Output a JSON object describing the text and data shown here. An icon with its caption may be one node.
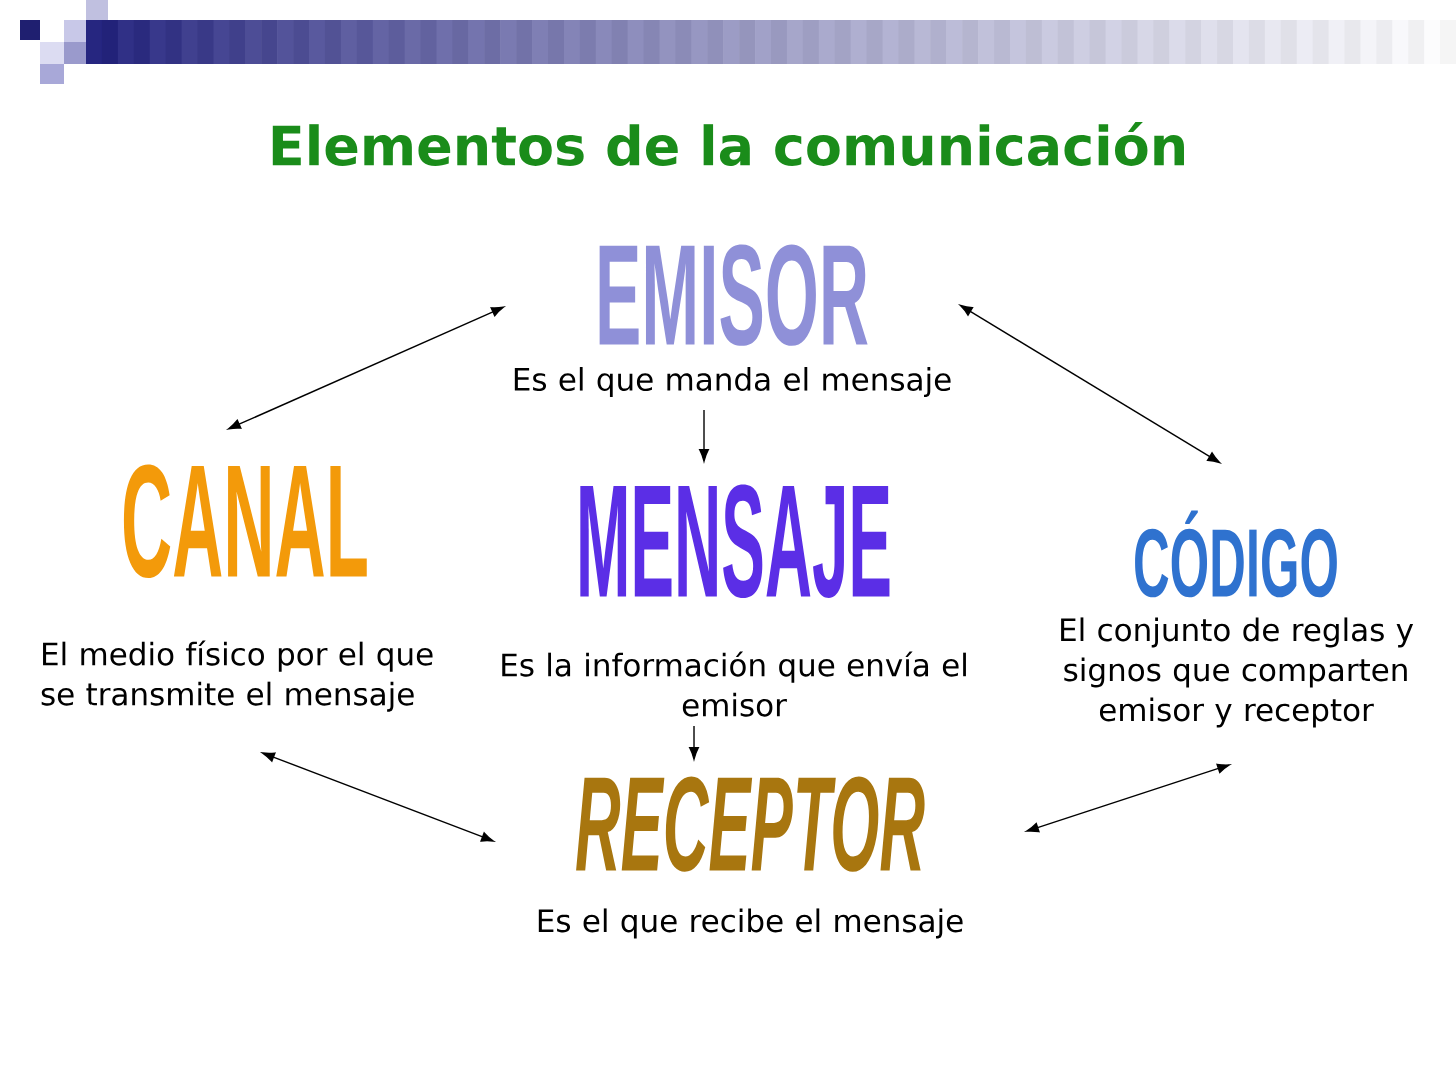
{
  "diagram": {
    "title": "Elementos de la comunicación",
    "nodes": [
      {
        "text": [
          "EMISOR",
          "Es el que manda el mensaje"
        ]
      },
      {
        "text": [
          "CANAL",
          "El medio físico por el que se transmite el mensaje"
        ]
      },
      {
        "text": [
          "MENSAJE",
          "Es la información que envía el emisor"
        ]
      },
      {
        "text": [
          "CÓDIGO",
          "El conjunto de reglas y signos que comparten emisor y receptor"
        ]
      },
      {
        "text": [
          "RECEPTOR",
          "Es el que recibe el mensaje"
        ]
      }
    ],
    "edges": [
      {
        "from": 0,
        "to": 1,
        "arrow": "both"
      },
      {
        "from": 0,
        "to": 3,
        "arrow": "both"
      },
      {
        "from": 0,
        "to": 2,
        "arrow": "to"
      },
      {
        "from": 2,
        "to": 4,
        "arrow": "to"
      },
      {
        "from": 1,
        "to": 4,
        "arrow": "both"
      },
      {
        "from": 3,
        "to": 4,
        "arrow": "both"
      }
    ]
  }
}
